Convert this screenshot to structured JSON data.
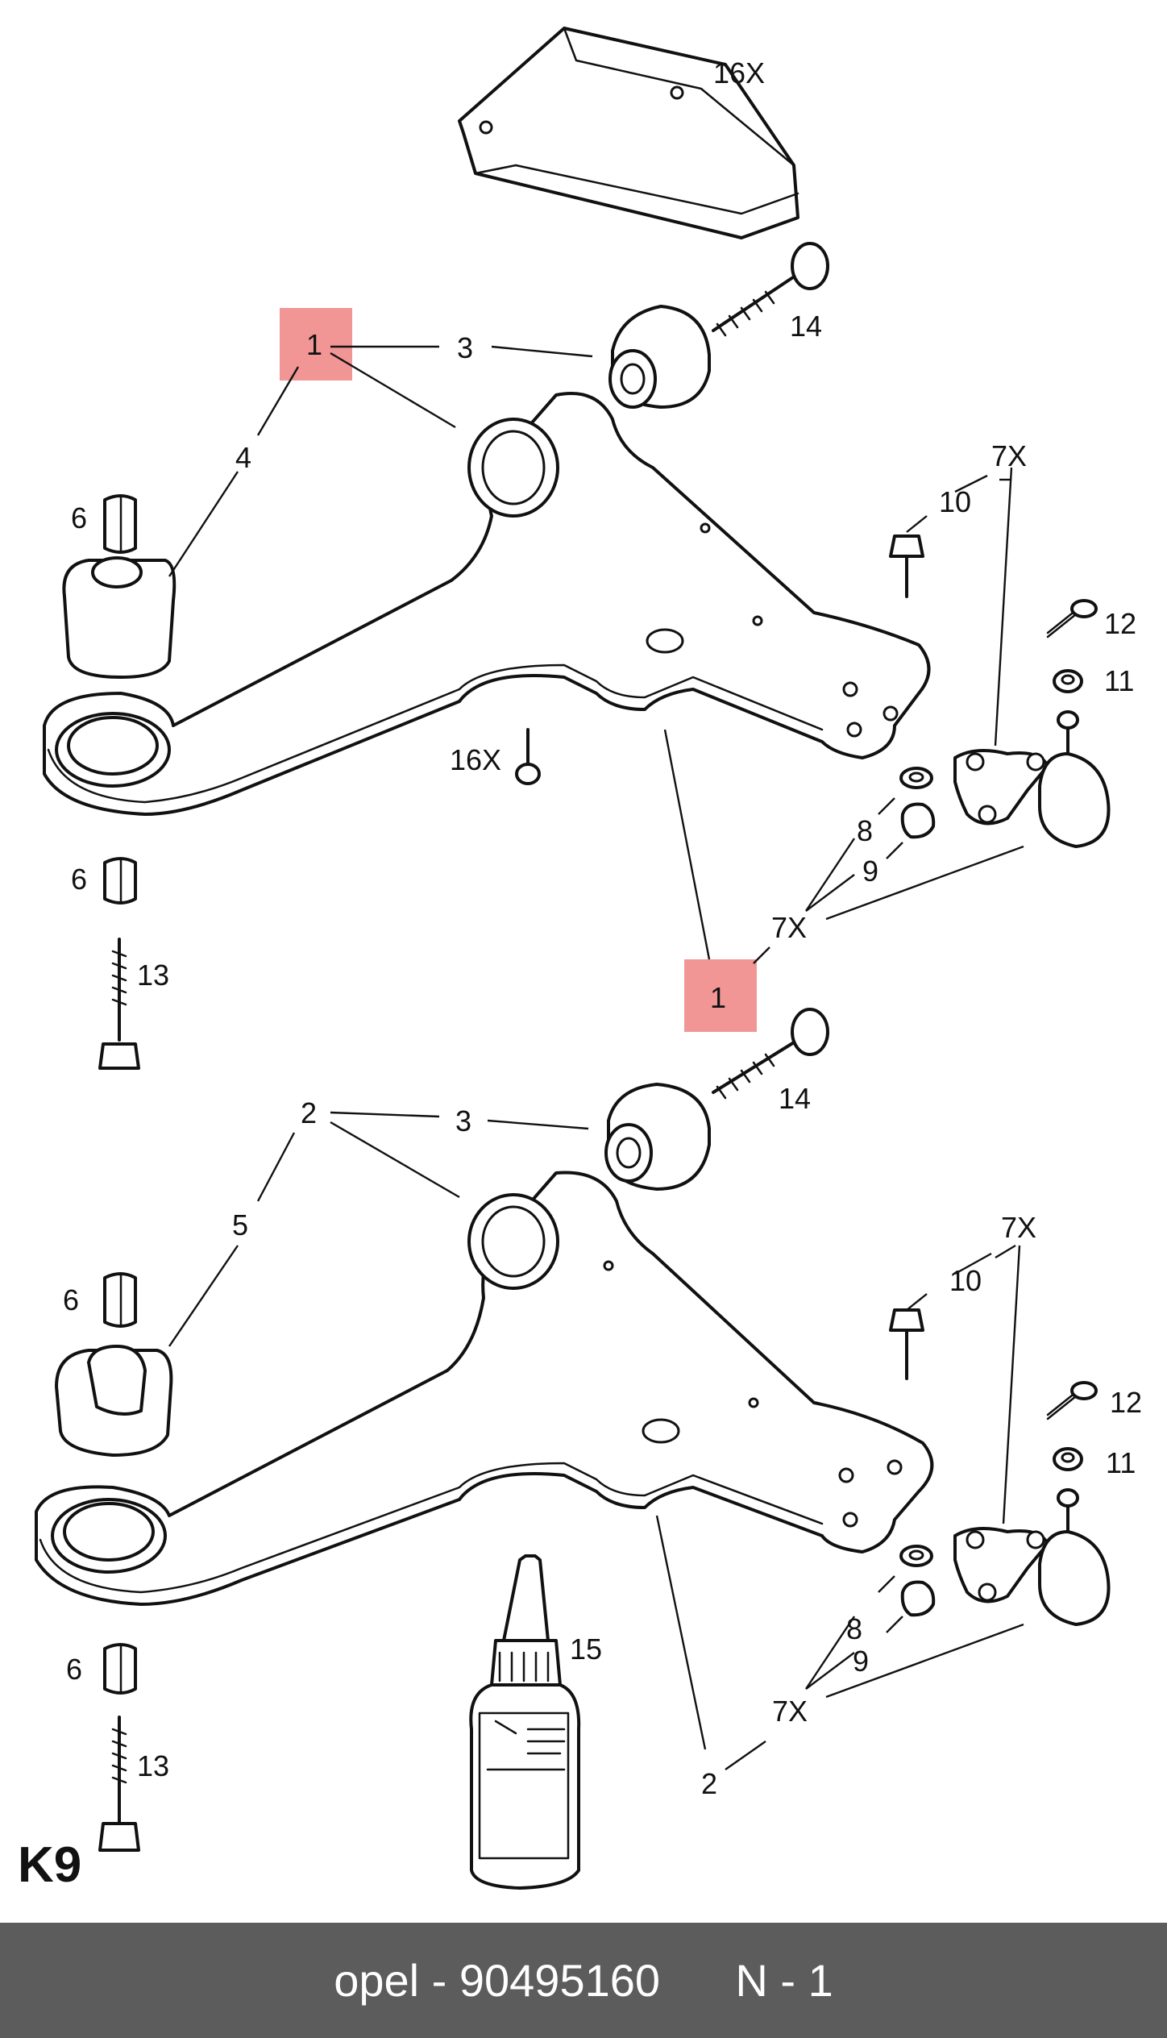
{
  "figure_code": "K9",
  "footer": {
    "brand": "opel",
    "separator": " - ",
    "part_number": "90495160",
    "quantity": "N - 1"
  },
  "callouts": {
    "top": {
      "c16x_a": "16X",
      "c1_a": "1",
      "c3_a": "3",
      "c14_a": "14",
      "c4": "4",
      "c6_a": "6",
      "c7x_a": "7X",
      "c10_a": "10",
      "c12_a": "12",
      "c11_a": "11",
      "c16x_b": "16X",
      "c8_a": "8",
      "c9_a": "9",
      "c6_b": "6",
      "c7x_b": "7X",
      "c13_a": "13",
      "c1_b": "1"
    },
    "bottom": {
      "c14_b": "14",
      "c2_a": "2",
      "c3_b": "3",
      "c5": "5",
      "c6_c": "6",
      "c7x_c": "7X",
      "c10_b": "10",
      "c12_b": "12",
      "c11_b": "11",
      "c15": "15",
      "c8_b": "8",
      "c9_b": "9",
      "c6_d": "6",
      "c7x_d": "7X",
      "c13_b": "13",
      "c2_b": "2"
    }
  },
  "highlight_color": "#f08a8a",
  "footer_color": "#5c5c5c"
}
